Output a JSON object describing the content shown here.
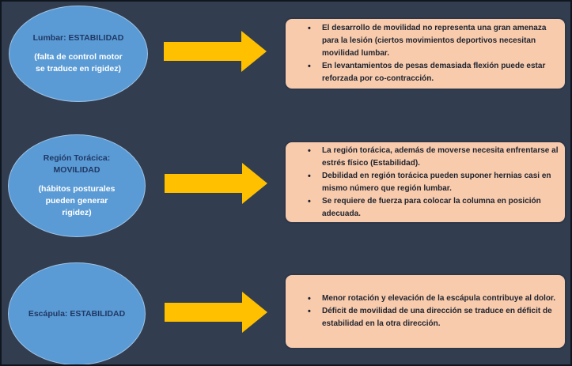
{
  "glyphs": {
    "bullet": "•"
  },
  "colors": {
    "background": "#323D4F",
    "outer_border": "#10161F",
    "ellipse_fill": "#5B9BD5",
    "ellipse_border": "#9DC3E6",
    "ellipse_title_text": "#1F3864",
    "ellipse_subtitle_text": "#FFFFFF",
    "arrow_fill": "#FFC000",
    "box_fill": "#F8CBAD",
    "box_border": "#2C3749",
    "box_text": "#20242E"
  },
  "rows": [
    {
      "ellipse": {
        "title_lines": [
          "Lumbar: ESTABILIDAD"
        ],
        "subtitle_lines": [
          "(falta de control motor",
          "se traduce en rigidez)"
        ]
      },
      "bullets": [
        "El desarrollo de movilidad no representa una gran amenaza para la lesión (ciertos movimientos deportivos necesitan movilidad lumbar.",
        "En levantamientos de pesas demasiada flexión puede estar reforzada por co-contracción."
      ]
    },
    {
      "ellipse": {
        "title_lines": [
          "Región Torácica:",
          "MOVILIDAD"
        ],
        "subtitle_lines": [
          "(hábitos posturales",
          "pueden generar",
          "rigidez)"
        ]
      },
      "bullets": [
        "La región torácica, además de moverse necesita enfrentarse al estrés físico (Estabilidad).",
        "Debilidad en región torácica pueden suponer hernias casi en mismo número que región lumbar.",
        "Se requiere de fuerza para colocar la columna en posición adecuada."
      ]
    },
    {
      "ellipse": {
        "title_lines": [
          "Escápula: ESTABILIDAD"
        ],
        "subtitle_lines": []
      },
      "bullets": [
        "Menor rotación y elevación de la escápula contribuye al dolor.",
        "Déficit de movilidad de una dirección se traduce en déficit de estabilidad en la otra dirección."
      ]
    }
  ]
}
